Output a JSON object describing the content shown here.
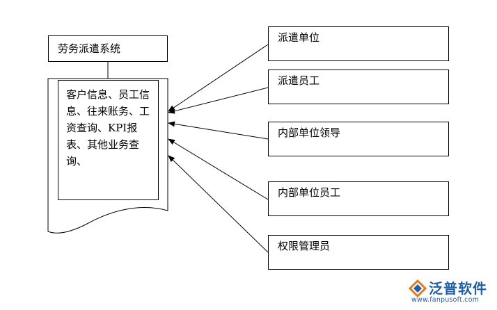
{
  "system": {
    "title": "劳务派遣系统",
    "functions": "客户信息、员工信息、往来账务、工资查询、KPI报表、其他业务查询、"
  },
  "roles": [
    "派遣单位",
    "派遣员工",
    "内部单位领导",
    "内部单位员工",
    "权限管理员"
  ],
  "watermark": {
    "name": "泛普软件",
    "url": "www.fanpusoft.com"
  }
}
